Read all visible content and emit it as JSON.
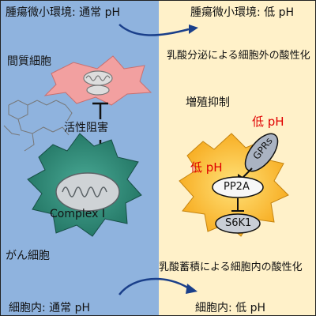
{
  "panels": {
    "left_top": "腫瘍微小環境: 通常 pH",
    "right_top": "腫瘍微小環境: 低 pH",
    "left_bottom": "細胞内: 通常 pH",
    "right_bottom": "細胞内: 低 pH"
  },
  "labels": {
    "stromal_cell": "間質細胞",
    "activity_inhibition": "活性阻害",
    "complex": "Complex I",
    "cancer_cell": "がん細胞",
    "lactate_secretion": "乳酸分泌による細胞外の酸性化",
    "proliferation_inhibition": "増殖抑制",
    "low_ph_1": "低 pH",
    "low_ph_2": "低 pH",
    "gprs": "GPRs",
    "pp2a": "PP2A",
    "s6k1": "S6K1",
    "lactate_accumulation": "乳酸蓄積による細胞内の酸性化"
  },
  "colors": {
    "left_bg": "#8fb3de",
    "right_bg": "#fff1c9",
    "stromal": "#f2a0a0",
    "cancer_left": "#2a8a77",
    "cancer_right": "#f7b51e",
    "red_text": "#e00000"
  },
  "icons": [
    "mitochondrion-icon",
    "drug-molecule-icon",
    "inhibition-arrow-icon",
    "curved-arrow-icon"
  ]
}
